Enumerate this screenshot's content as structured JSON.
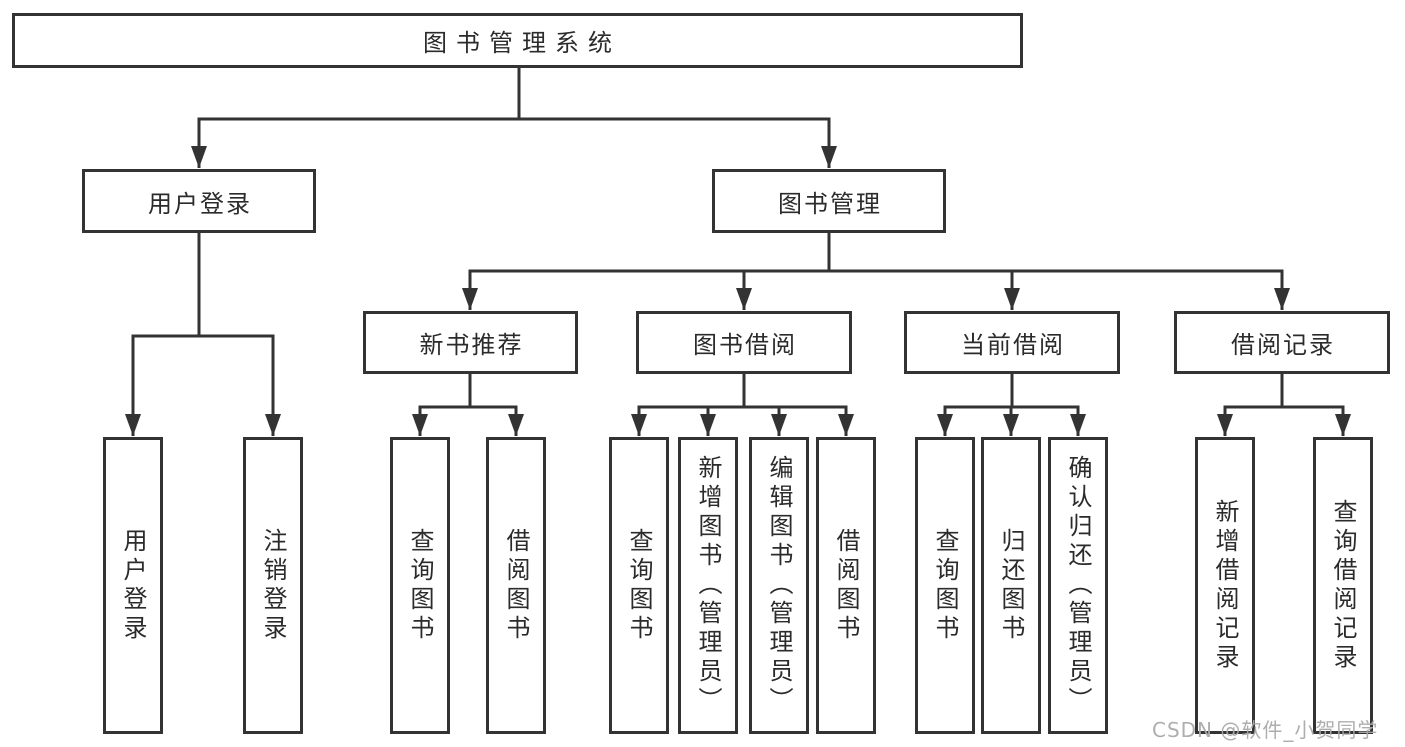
{
  "diagram": {
    "root": {
      "label": "图书管理系统"
    },
    "level2": {
      "user_login": {
        "label": "用户登录"
      },
      "book_management": {
        "label": "图书管理"
      }
    },
    "level3": {
      "new_book_recommend": {
        "label": "新书推荐"
      },
      "book_borrow": {
        "label": "图书借阅"
      },
      "current_borrow": {
        "label": "当前借阅"
      },
      "borrow_records": {
        "label": "借阅记录"
      }
    },
    "leaves": {
      "user_login_login": {
        "label": "用户登录"
      },
      "user_login_logout": {
        "label": "注销登录"
      },
      "new_book_query": {
        "label": "查询图书"
      },
      "new_book_borrow": {
        "label": "借阅图书"
      },
      "borrow_query": {
        "label": "查询图书"
      },
      "borrow_add": {
        "label": "新增图书（管理员）"
      },
      "borrow_edit": {
        "label": "编辑图书（管理员）"
      },
      "borrow_borrow": {
        "label": "借阅图书"
      },
      "current_query": {
        "label": "查询图书"
      },
      "current_return": {
        "label": "归还图书"
      },
      "current_confirm": {
        "label": "确认归还（管理员）"
      },
      "records_add": {
        "label": "新增借阅记录"
      },
      "records_query": {
        "label": "查询借阅记录"
      }
    }
  },
  "watermark": {
    "text": "CSDN @软件_小贺同学"
  },
  "colors": {
    "line": "#333333",
    "text": "#2b2b2b",
    "background": "#ffffff",
    "watermark": "#aaaaaa"
  }
}
